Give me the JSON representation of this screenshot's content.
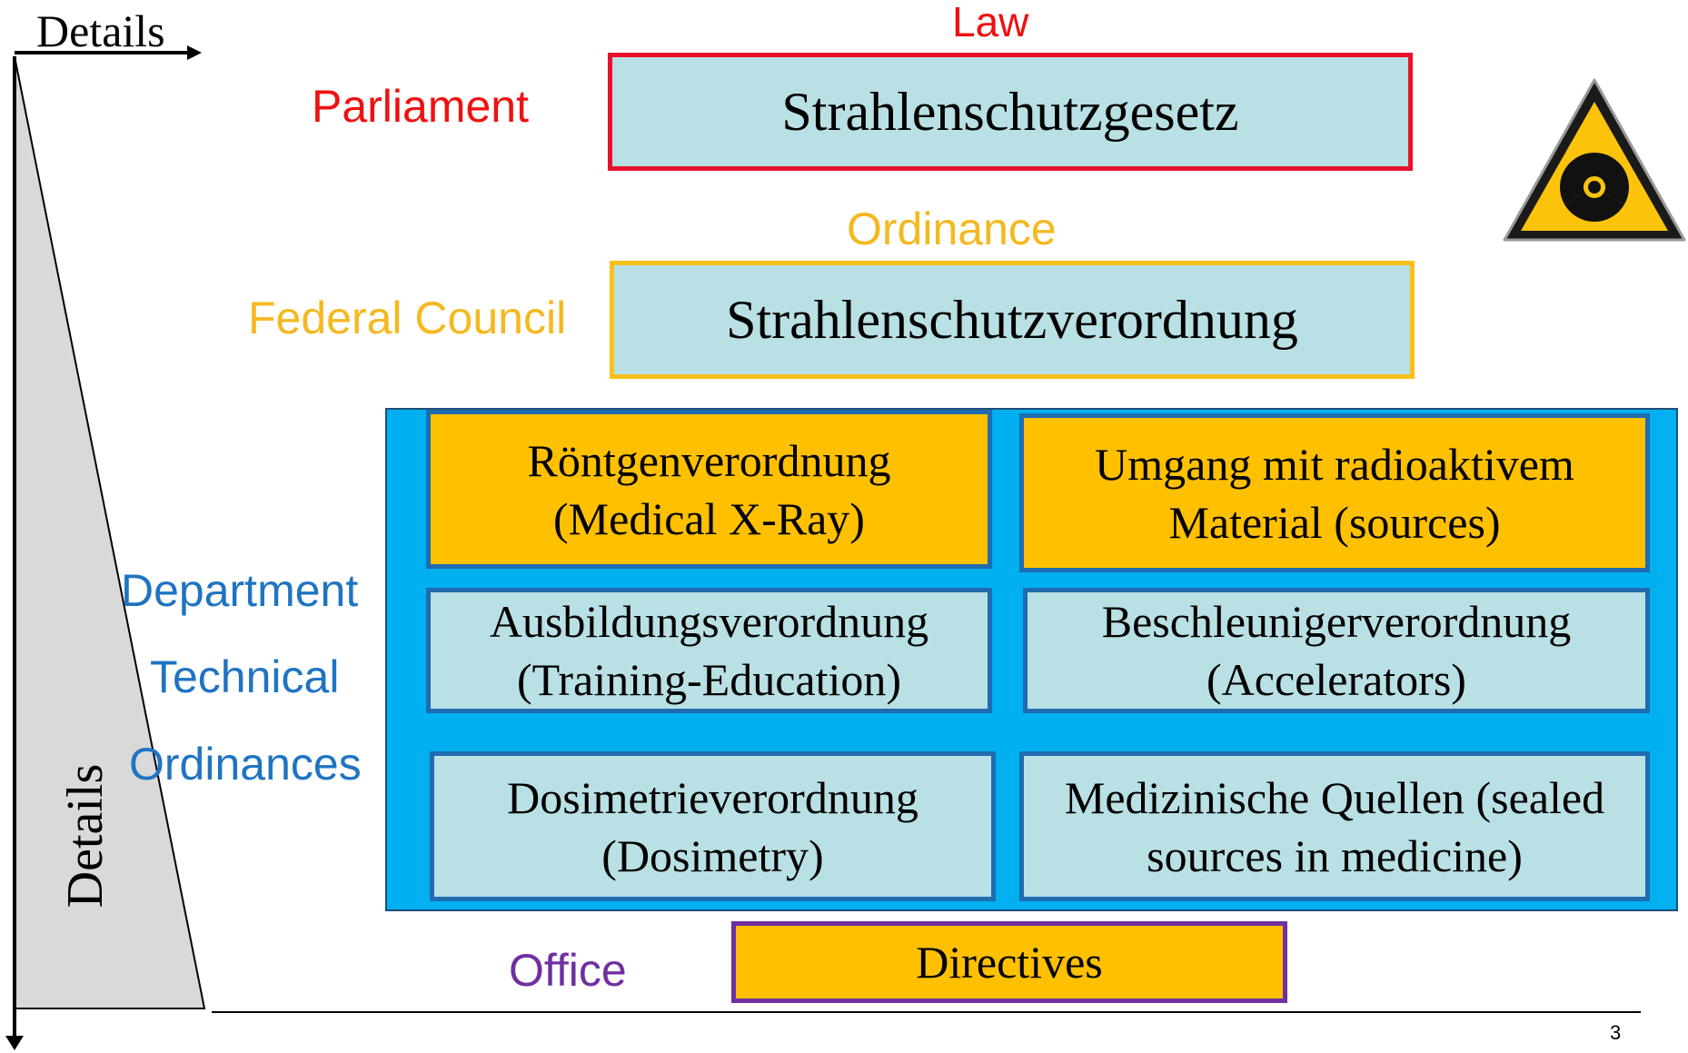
{
  "axes": {
    "top_label": "Details",
    "side_label": "Details"
  },
  "level_labels": {
    "law": "Law",
    "parliament": "Parliament",
    "ordinance": "Ordinance",
    "federal_council": "Federal Council",
    "department": "Department",
    "technical": "Technical",
    "ordinances": "Ordinances",
    "office": "Office"
  },
  "boxes": {
    "law": "Strahlenschutzgesetz",
    "ordinance": "Strahlenschutzverordnung",
    "technical_ordinances": [
      {
        "line1": "Röntgenverordnung",
        "line2": "(Medical X-Ray)"
      },
      {
        "line1": "Umgang mit radioaktivem",
        "line2": "Material (sources)"
      },
      {
        "line1": "Ausbildungsverordnung",
        "line2": "(Training-Education)"
      },
      {
        "line1": "Beschleunigerverordnung",
        "line2": "(Accelerators)"
      },
      {
        "line1": "Dosimetrieverordnung",
        "line2": "(Dosimetry)"
      },
      {
        "line1": "Medizinische Quellen (sealed",
        "line2": "sources in medicine)"
      }
    ],
    "directives": "Directives"
  },
  "warning_icon": "radiation-warning-icon",
  "page_number": "3",
  "colors": {
    "law_red": "#e8112d",
    "ordinance_gold": "#f9bf1b",
    "department_blue": "#00b0f0",
    "orange_box": "#ffc000",
    "teal_box": "#b9e0e4",
    "office_purple": "#7030a0"
  }
}
